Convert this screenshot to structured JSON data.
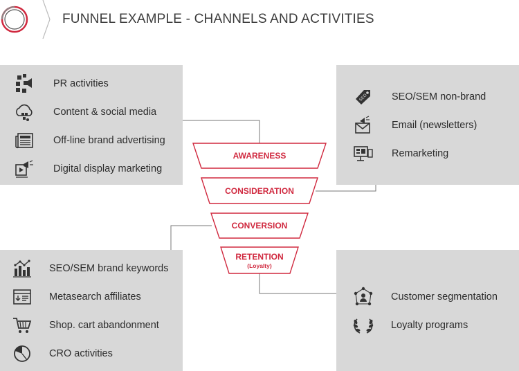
{
  "header": {
    "title": "FUNNEL EXAMPLE - CHANNELS AND ACTIVITIES"
  },
  "colors": {
    "accent": "#d0293f",
    "panel": "#d8d8d8",
    "connector": "#777777"
  },
  "funnel": [
    {
      "label": "AWARENESS",
      "sub": ""
    },
    {
      "label": "CONSIDERATION",
      "sub": ""
    },
    {
      "label": "CONVERSION",
      "sub": ""
    },
    {
      "label": "RETENTION",
      "sub": "(Loyalty)"
    }
  ],
  "panels": {
    "top_left": {
      "items": [
        {
          "label": "PR activities",
          "icon": "social-network-icon"
        },
        {
          "label": "Content & social media",
          "icon": "cloud-social-icon"
        },
        {
          "label": "Off-line brand advertising",
          "icon": "newspaper-press-icon"
        },
        {
          "label": "Digital display marketing",
          "icon": "video-megaphone-icon"
        }
      ]
    },
    "top_right": {
      "items": [
        {
          "label": "SEO/SEM non-brand",
          "icon": "seo-tag-icon"
        },
        {
          "label": "Email (newsletters)",
          "icon": "email-megaphone-icon"
        },
        {
          "label": "Remarketing",
          "icon": "monitor-devices-icon"
        }
      ]
    },
    "bottom_left": {
      "items": [
        {
          "label": "SEO/SEM brand keywords",
          "icon": "bar-chart-icon"
        },
        {
          "label": "Metasearch affiliates",
          "icon": "browser-sort-icon"
        },
        {
          "label": "Shop. cart abandonment",
          "icon": "shopping-cart-icon"
        },
        {
          "label": "CRO activities",
          "icon": "pie-chart-icon"
        }
      ]
    },
    "bottom_right": {
      "items": [
        {
          "label": "Customer segmentation",
          "icon": "user-network-icon"
        },
        {
          "label": "Loyalty programs",
          "icon": "laurel-wreath-icon"
        }
      ]
    }
  }
}
